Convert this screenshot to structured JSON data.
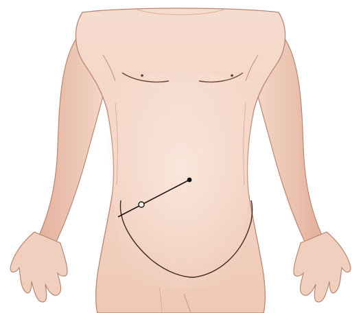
{
  "figure": {
    "subject": "anterior-torso",
    "colors": {
      "background": "#ffffff",
      "skin": "#f4d6c8",
      "skin_shadow": "#e7b9a6",
      "skin_highlight": "#fbe9df",
      "outline": "#8a5b4a",
      "line": "#2b1d18",
      "navel": "#111111"
    },
    "markers": [
      {
        "name": "umbilicus-point",
        "style": "filled-dot"
      },
      {
        "name": "anterior-superior-iliac-spine-point",
        "style": "open-circle"
      }
    ],
    "reference_line": {
      "name": "spinoumbilical-line",
      "from": "umbilicus-point",
      "to": "anterior-superior-iliac-spine-point"
    }
  }
}
